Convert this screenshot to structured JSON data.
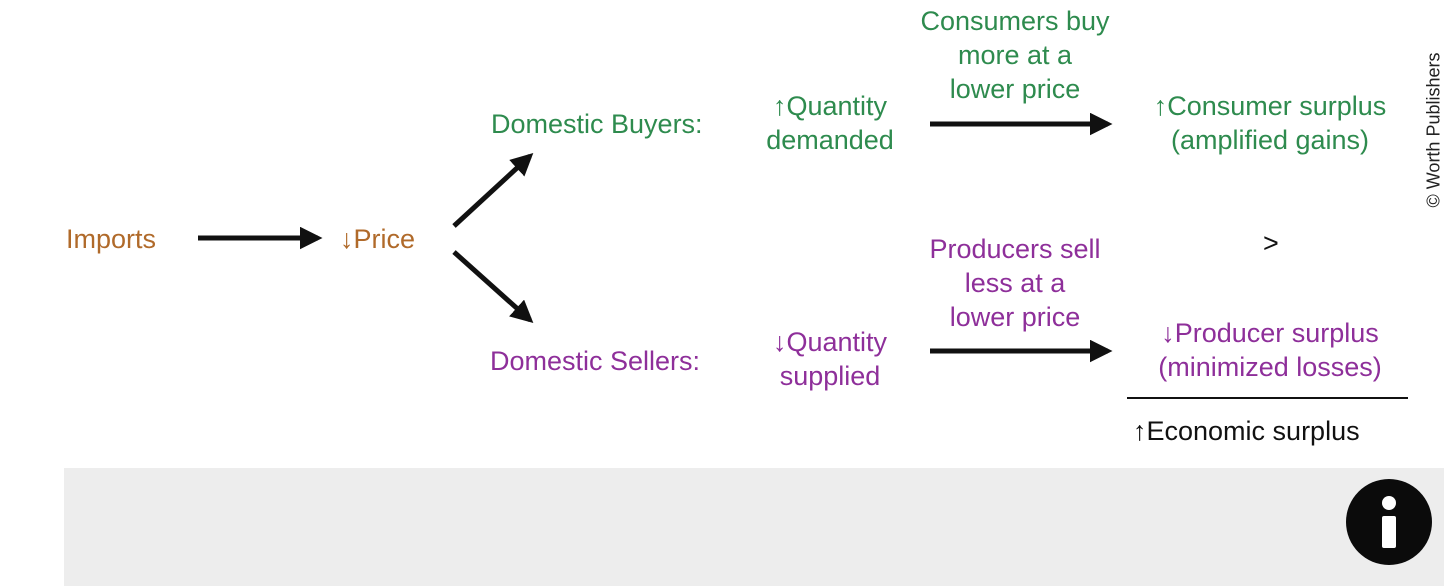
{
  "credit": "© Worth Publishers",
  "colors": {
    "imports": "#b06a2a",
    "buyers": "#2e8b4e",
    "sellers": "#8e2f9a",
    "total": "#111111"
  },
  "nodes": {
    "imports": "Imports",
    "price": "↓Price",
    "buyers_label": "Domestic Buyers:",
    "buyers_quantity": [
      "↑Quantity",
      "demanded"
    ],
    "buyers_note": [
      "Consumers buy",
      "more at a",
      "lower price"
    ],
    "consumer_surplus": [
      "↑Consumer surplus",
      "(amplified gains)"
    ],
    "comparison": ">",
    "sellers_label": "Domestic Sellers:",
    "sellers_quantity": [
      "↓Quantity",
      "supplied"
    ],
    "sellers_note": [
      "Producers sell",
      "less at a",
      "lower price"
    ],
    "producer_surplus": [
      "↓Producer surplus",
      "(minimized losses)"
    ],
    "economic_surplus": "↑Economic surplus"
  },
  "info_button": {
    "icon": "info-icon"
  }
}
